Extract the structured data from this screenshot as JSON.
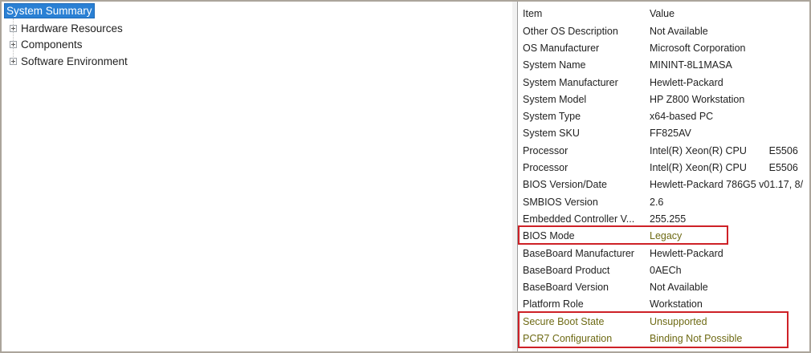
{
  "colors": {
    "selection_blue": "#2a80d4",
    "annotation_red": "#ce2127",
    "marked_olive": "#6e6a14",
    "text": "#1f1f1f"
  },
  "tree": {
    "selected_label": "System Summary",
    "items": [
      {
        "label": "Hardware Resources"
      },
      {
        "label": "Components"
      },
      {
        "label": "Software Environment"
      }
    ]
  },
  "table": {
    "columns": {
      "item": "Item",
      "value": "Value"
    },
    "rows": [
      {
        "item": "Other OS Description",
        "value": "Not Available"
      },
      {
        "item": "OS Manufacturer",
        "value": "Microsoft Corporation"
      },
      {
        "item": "System Name",
        "value": "MININT-8L1MASA"
      },
      {
        "item": "System Manufacturer",
        "value": "Hewlett-Packard"
      },
      {
        "item": "System Model",
        "value": "HP Z800 Workstation"
      },
      {
        "item": "System Type",
        "value": "x64-based PC"
      },
      {
        "item": "System SKU",
        "value": "FF825AV"
      },
      {
        "item": "Processor",
        "value": "Intel(R) Xeon(R) CPU        E5506"
      },
      {
        "item": "Processor",
        "value": "Intel(R) Xeon(R) CPU        E5506"
      },
      {
        "item": "BIOS Version/Date",
        "value": "Hewlett-Packard 786G5 v01.17, 8/"
      },
      {
        "item": "SMBIOS Version",
        "value": "2.6"
      },
      {
        "item": "Embedded Controller V...",
        "value": "255.255"
      },
      {
        "item": "BIOS Mode",
        "value": "Legacy",
        "mark": "value"
      },
      {
        "item": "BaseBoard Manufacturer",
        "value": "Hewlett-Packard"
      },
      {
        "item": "BaseBoard Product",
        "value": "0AECh"
      },
      {
        "item": "BaseBoard Version",
        "value": "Not Available"
      },
      {
        "item": "Platform Role",
        "value": "Workstation"
      },
      {
        "item": "Secure Boot State",
        "value": "Unsupported",
        "mark": "row"
      },
      {
        "item": "PCR7 Configuration",
        "value": "Binding Not Possible",
        "mark": "row"
      }
    ]
  }
}
